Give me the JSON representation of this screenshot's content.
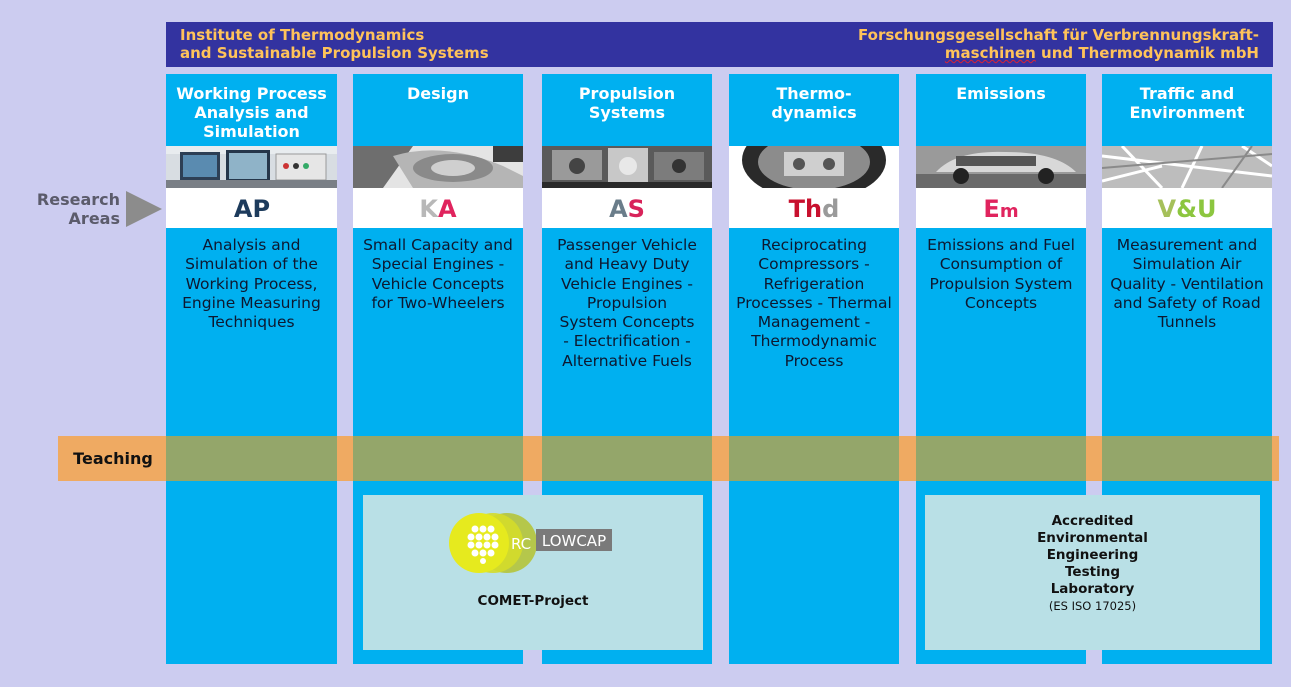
{
  "header": {
    "left_line1": "Institute of Thermodynamics",
    "left_line2": "and Sustainable Propulsion Systems",
    "right_line1": "Forschungsgesellschaft für Verbrennungskraft-",
    "right_line2a": "maschinen",
    "right_line2b": " und Thermodynamik mbH"
  },
  "research_areas": {
    "line1": "Research",
    "line2": "Areas"
  },
  "columns": [
    {
      "title": [
        "Working Process",
        "Analysis and",
        "Simulation"
      ],
      "logo": [
        "A",
        "P"
      ],
      "logo_colors": [
        "#1d3b5c",
        "#1d3b5c"
      ],
      "description": [
        "Analysis and",
        "Simulation of the",
        "Working Process,",
        "Engine Measuring",
        "Techniques"
      ]
    },
    {
      "title": [
        "Design"
      ],
      "logo": [
        "K",
        "A"
      ],
      "logo_colors": [
        "#b8b8b8",
        "#e0245e"
      ],
      "description": [
        "Small Capacity and",
        "Special Engines -",
        "Vehicle Concepts",
        "for Two-Wheelers"
      ]
    },
    {
      "title": [
        "Propulsion",
        "Systems"
      ],
      "logo": [
        "A",
        "S"
      ],
      "logo_colors": [
        "#6a7d8a",
        "#d8235a"
      ],
      "description": [
        "Passenger Vehicle",
        "and Heavy Duty",
        "Vehicle Engines -",
        "Propulsion",
        "System Concepts",
        "- Electrification -",
        "Alternative Fuels"
      ]
    },
    {
      "title": [
        "Thermo-",
        "dynamics"
      ],
      "logo": [
        "Th",
        "d"
      ],
      "logo_colors": [
        "#c8102e",
        "#9a9a9a"
      ],
      "description": [
        "Reciprocating",
        "Compressors -",
        "Refrigeration",
        "Processes - Thermal",
        "Management -",
        "Thermodynamic",
        "Process"
      ]
    },
    {
      "title": [
        "Emissions"
      ],
      "logo": [
        "E",
        "m"
      ],
      "logo_colors": [
        "#e0245e",
        "#e0245e"
      ],
      "description": [
        "Emissions and Fuel",
        "Consumption of",
        "Propulsion System",
        "Concepts"
      ]
    },
    {
      "title": [
        "Traffic and",
        "Environment"
      ],
      "logo": [
        "V",
        "&U"
      ],
      "logo_colors": [
        "#a5c05a",
        "#8cc63f"
      ],
      "description": [
        "Measurement and",
        "Simulation Air",
        "Quality - Ventilation",
        "and Safety of Road",
        "Tunnels"
      ]
    }
  ],
  "teaching": {
    "label": "Teaching"
  },
  "comet_box": {
    "rc": "RC",
    "logo_text": "LOWCAP",
    "label": "COMET-Project"
  },
  "lab_box": {
    "lines": [
      "Accredited",
      "Environmental",
      "Engineering",
      "Testing",
      "Laboratory"
    ],
    "standard": "(ES ISO 17025)"
  },
  "colors": {
    "column": "#00b0f0",
    "header": "#3333a0",
    "header_text": "#ffc35a",
    "teaching": "#f0a85a",
    "teaching_band": "#94a66a",
    "background": "#ccccf0"
  }
}
